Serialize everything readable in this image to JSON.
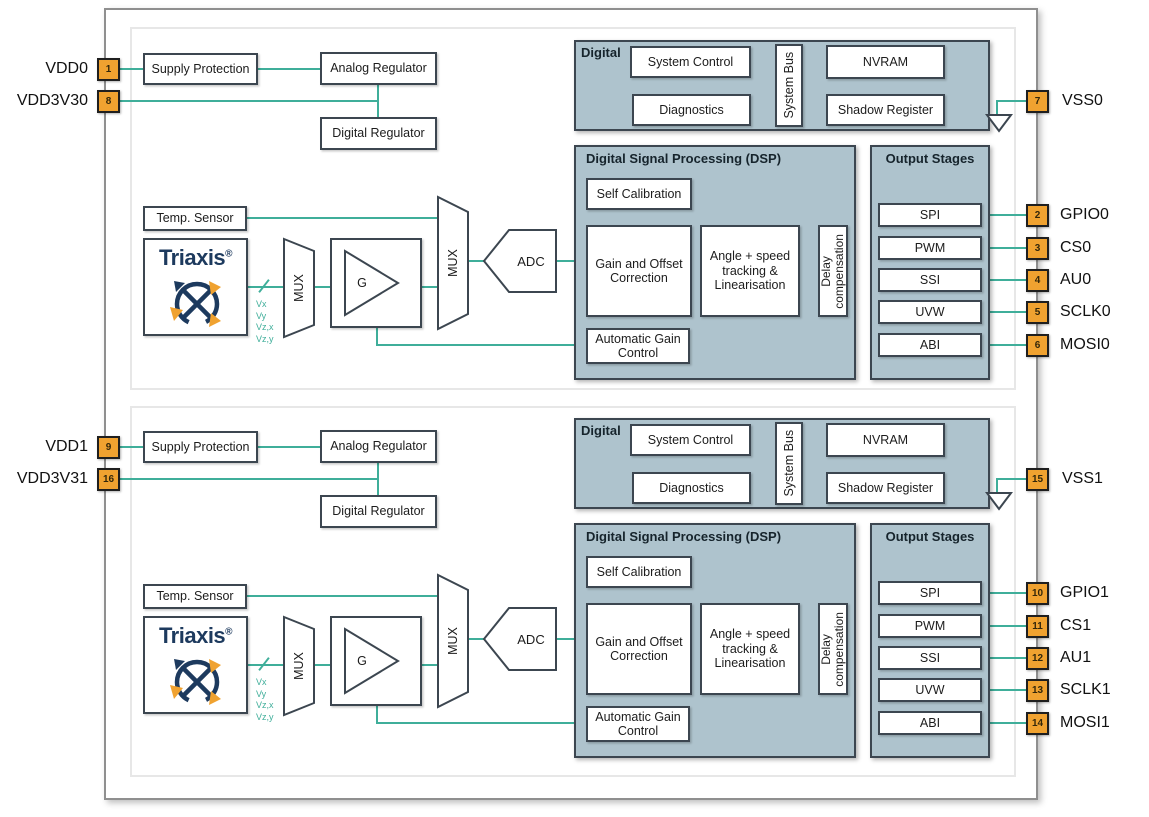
{
  "colors": {
    "wire_teal": "#3FAE9A",
    "container_fill": "#AEC3CD",
    "pin_orange": "#F0A230",
    "brand_navy": "#1D3A5E",
    "border_dark": "#3C4650"
  },
  "dies": [
    {
      "power": {
        "vdd": {
          "pin": "1",
          "label": "VDD0"
        },
        "vdd3v3": {
          "pin": "8",
          "label": "VDD3V30"
        },
        "vss": {
          "pin": "7",
          "label": "VSS0"
        }
      },
      "supply_protection": "Supply Protection",
      "analog_regulator": "Analog Regulator",
      "digital_regulator": "Digital Regulator",
      "temp_sensor": "Temp. Sensor",
      "sensor": {
        "brand": "Triaxis",
        "reg_mark": "®",
        "signals": [
          "Vx",
          "Vy",
          "Vz,x",
          "Vz,y"
        ],
        "mux1": "MUX",
        "gain": "G",
        "mux2": "MUX",
        "adc": "ADC"
      },
      "digital_block": {
        "title": "Digital",
        "system_control": "System Control",
        "diagnostics": "Diagnostics",
        "system_bus": "System Bus",
        "nvram": "NVRAM",
        "shadow_register": "Shadow Register"
      },
      "dsp": {
        "title": "Digital Signal Processing (DSP)",
        "self_calibration": "Self Calibration",
        "gain_offset": "Gain and Offset Correction",
        "angle_tracking": "Angle + speed tracking & Linearisation",
        "delay_compensation": "Delay compensation",
        "agc": "Automatic Gain Control"
      },
      "output_stages": {
        "title": "Output Stages",
        "modes": [
          "SPI",
          "PWM",
          "SSI",
          "UVW",
          "ABI"
        ]
      },
      "io_pins": [
        {
          "pin": "2",
          "label": "GPIO0"
        },
        {
          "pin": "3",
          "label": "CS0"
        },
        {
          "pin": "4",
          "label": "AU0"
        },
        {
          "pin": "5",
          "label": "SCLK0"
        },
        {
          "pin": "6",
          "label": "MOSI0"
        }
      ]
    },
    {
      "power": {
        "vdd": {
          "pin": "9",
          "label": "VDD1"
        },
        "vdd3v3": {
          "pin": "16",
          "label": "VDD3V31"
        },
        "vss": {
          "pin": "15",
          "label": "VSS1"
        }
      },
      "supply_protection": "Supply Protection",
      "analog_regulator": "Analog Regulator",
      "digital_regulator": "Digital Regulator",
      "temp_sensor": "Temp. Sensor",
      "sensor": {
        "brand": "Triaxis",
        "reg_mark": "®",
        "signals": [
          "Vx",
          "Vy",
          "Vz,x",
          "Vz,y"
        ],
        "mux1": "MUX",
        "gain": "G",
        "mux2": "MUX",
        "adc": "ADC"
      },
      "digital_block": {
        "title": "Digital",
        "system_control": "System Control",
        "diagnostics": "Diagnostics",
        "system_bus": "System Bus",
        "nvram": "NVRAM",
        "shadow_register": "Shadow Register"
      },
      "dsp": {
        "title": "Digital Signal Processing (DSP)",
        "self_calibration": "Self Calibration",
        "gain_offset": "Gain and Offset Correction",
        "angle_tracking": "Angle + speed tracking & Linearisation",
        "delay_compensation": "Delay compensation",
        "agc": "Automatic Gain Control"
      },
      "output_stages": {
        "title": "Output Stages",
        "modes": [
          "SPI",
          "PWM",
          "SSI",
          "UVW",
          "ABI"
        ]
      },
      "io_pins": [
        {
          "pin": "10",
          "label": "GPIO1"
        },
        {
          "pin": "11",
          "label": "CS1"
        },
        {
          "pin": "12",
          "label": "AU1"
        },
        {
          "pin": "13",
          "label": "SCLK1"
        },
        {
          "pin": "14",
          "label": "MOSI1"
        }
      ]
    }
  ]
}
